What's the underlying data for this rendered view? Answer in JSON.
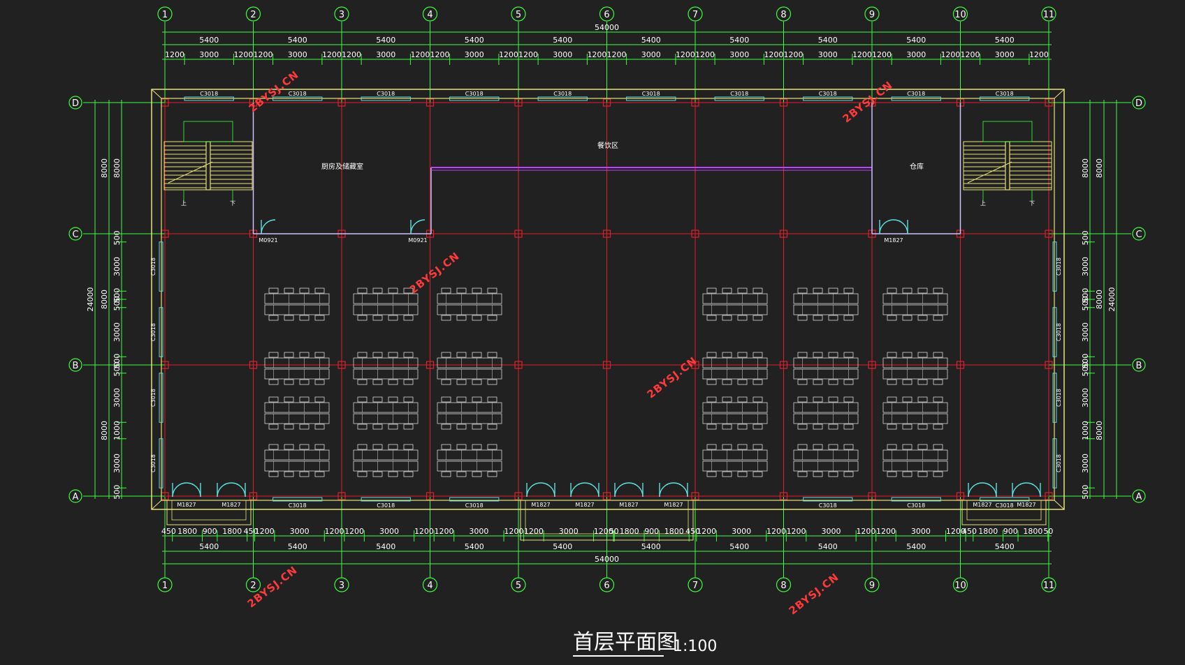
{
  "title": "首层平面图",
  "scale": "1:100",
  "watermark": "2BYSJ.CN",
  "colors": {
    "background": "#212121",
    "axis_grid": "#e0202a",
    "dimension": "#3cff3c",
    "wall": "#e8e27a",
    "window": "#5fe0e0",
    "partition": "#c040ff",
    "furniture": "#d8d8d8",
    "watermark": "#ff3a3a"
  },
  "axes": {
    "columns": [
      "1",
      "2",
      "3",
      "4",
      "5",
      "6",
      "7",
      "8",
      "9",
      "10",
      "11"
    ],
    "rows": [
      "D",
      "C",
      "B",
      "A"
    ]
  },
  "dims": {
    "total_width": "54000",
    "bay": "5400",
    "top_sub": [
      "1200",
      "3000",
      "1200"
    ],
    "bottom_sub_segments": [
      [
        "450",
        "1800",
        "900",
        "1800",
        "450"
      ],
      [
        "1200",
        "3000",
        "1200"
      ],
      [
        "1200",
        "3000",
        "1200"
      ],
      [
        "1200",
        "3000",
        "1200"
      ],
      [
        "1200",
        "3000",
        "1200",
        "50",
        "1800",
        "900",
        "1800",
        "450"
      ],
      [
        "1200",
        "3000",
        "1200"
      ],
      [
        "1200",
        "3000",
        "1200"
      ],
      [
        "1200",
        "3000",
        "1200"
      ],
      [
        "450",
        "1800",
        "900",
        "1800",
        "50"
      ]
    ],
    "vertical_total": "24000",
    "vertical_bay": "8000",
    "left_sub": [
      "500",
      "3000",
      "500",
      "500",
      "3000",
      "500",
      "500",
      "3000",
      "1000",
      "3000",
      "500"
    ]
  },
  "rooms": {
    "left": "厨房及储藏室",
    "center": "餐饮区",
    "right": "仓库"
  },
  "labels": {
    "window_top": "C3018",
    "window_side": "C3018",
    "door_small": "M0921",
    "door_large": "M1827",
    "stair_up": "上",
    "stair_down": "下"
  }
}
